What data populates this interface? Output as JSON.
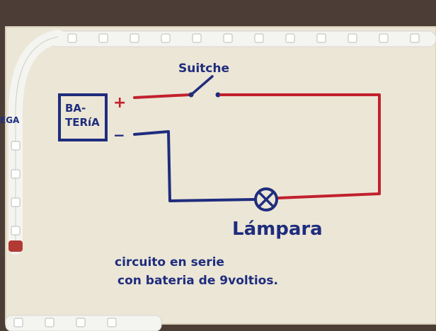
{
  "diagram": {
    "battery_label_line1": "BA-",
    "battery_label_line2": "TERíA",
    "positive_sign": "+",
    "negative_sign": "−",
    "switch_label": "Suitche",
    "lamp_label": "Lámpara",
    "caption_line1": "circuito en serie",
    "caption_line2": "con bateria de 9voltios.",
    "left_margin_fragment": "EGA",
    "colors": {
      "paper": "#ece6d6",
      "red_wire": "#c2202e",
      "blue_ink": "#1f2d7e",
      "led_strip": "#f2f2ee",
      "background": "#5a4a40"
    }
  }
}
